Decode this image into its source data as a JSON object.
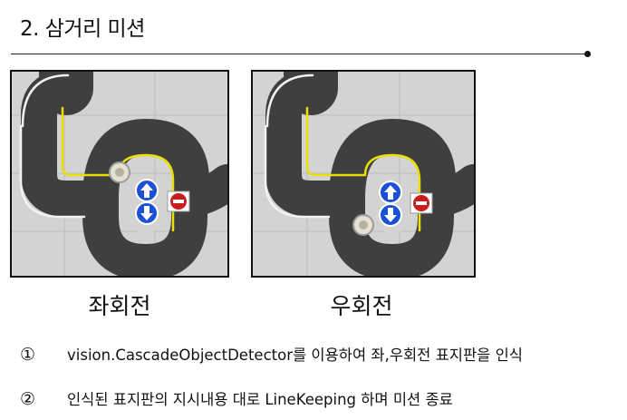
{
  "section": {
    "title": "2. 삼거리 미션"
  },
  "panels": [
    {
      "caption": "좌회전"
    },
    {
      "caption": "우회전"
    }
  ],
  "steps": [
    {
      "num": "①",
      "text": "vision.CascadeObjectDetector를 이용하여 좌,우회전 표지판을 인식"
    },
    {
      "num": "②",
      "text": "인식된 표지판의 지시내용 대로 LineKeeping 하며 미션 종료"
    }
  ],
  "colors": {
    "road": "#3f3f3f",
    "edge_left": "#f2f2f2",
    "edge_right": "#e8e000",
    "floor": "#d3d3d3",
    "sign_blue": "#1a4fd6",
    "stop_red": "#c81e1e"
  },
  "icons": [
    "arrow-up-sign-icon",
    "arrow-down-sign-icon",
    "stop-sign-icon",
    "robot-car-icon"
  ]
}
